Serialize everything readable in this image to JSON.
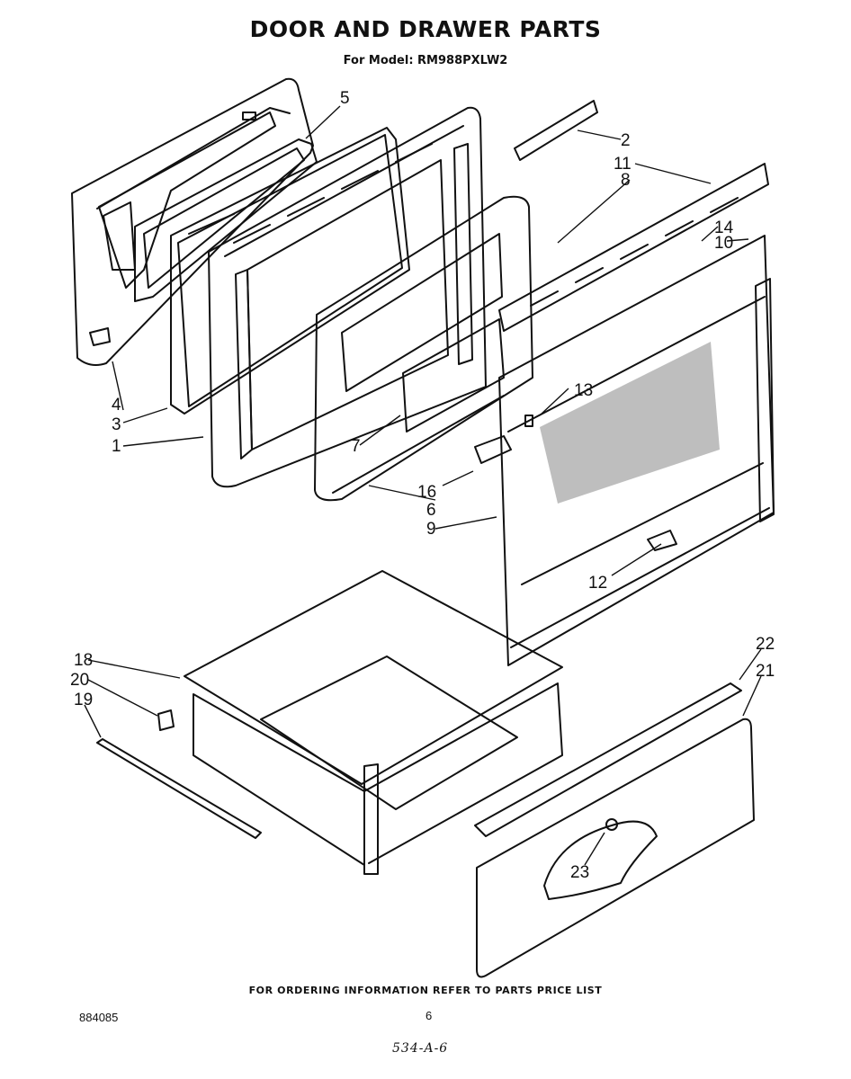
{
  "header": {
    "title": "DOOR AND DRAWER PARTS",
    "subtitle": "For Model: RM988PXLW2"
  },
  "callouts": [
    "5",
    "2",
    "11",
    "8",
    "14",
    "10",
    "4",
    "3",
    "1",
    "13",
    "7",
    "16",
    "6",
    "9",
    "12",
    "18",
    "20",
    "19",
    "22",
    "21",
    "23"
  ],
  "footer": {
    "note": "FOR ORDERING INFORMATION REFER TO PARTS PRICE LIST",
    "doc_number": "884085",
    "page_number": "6",
    "handwritten": "534-A-6"
  }
}
